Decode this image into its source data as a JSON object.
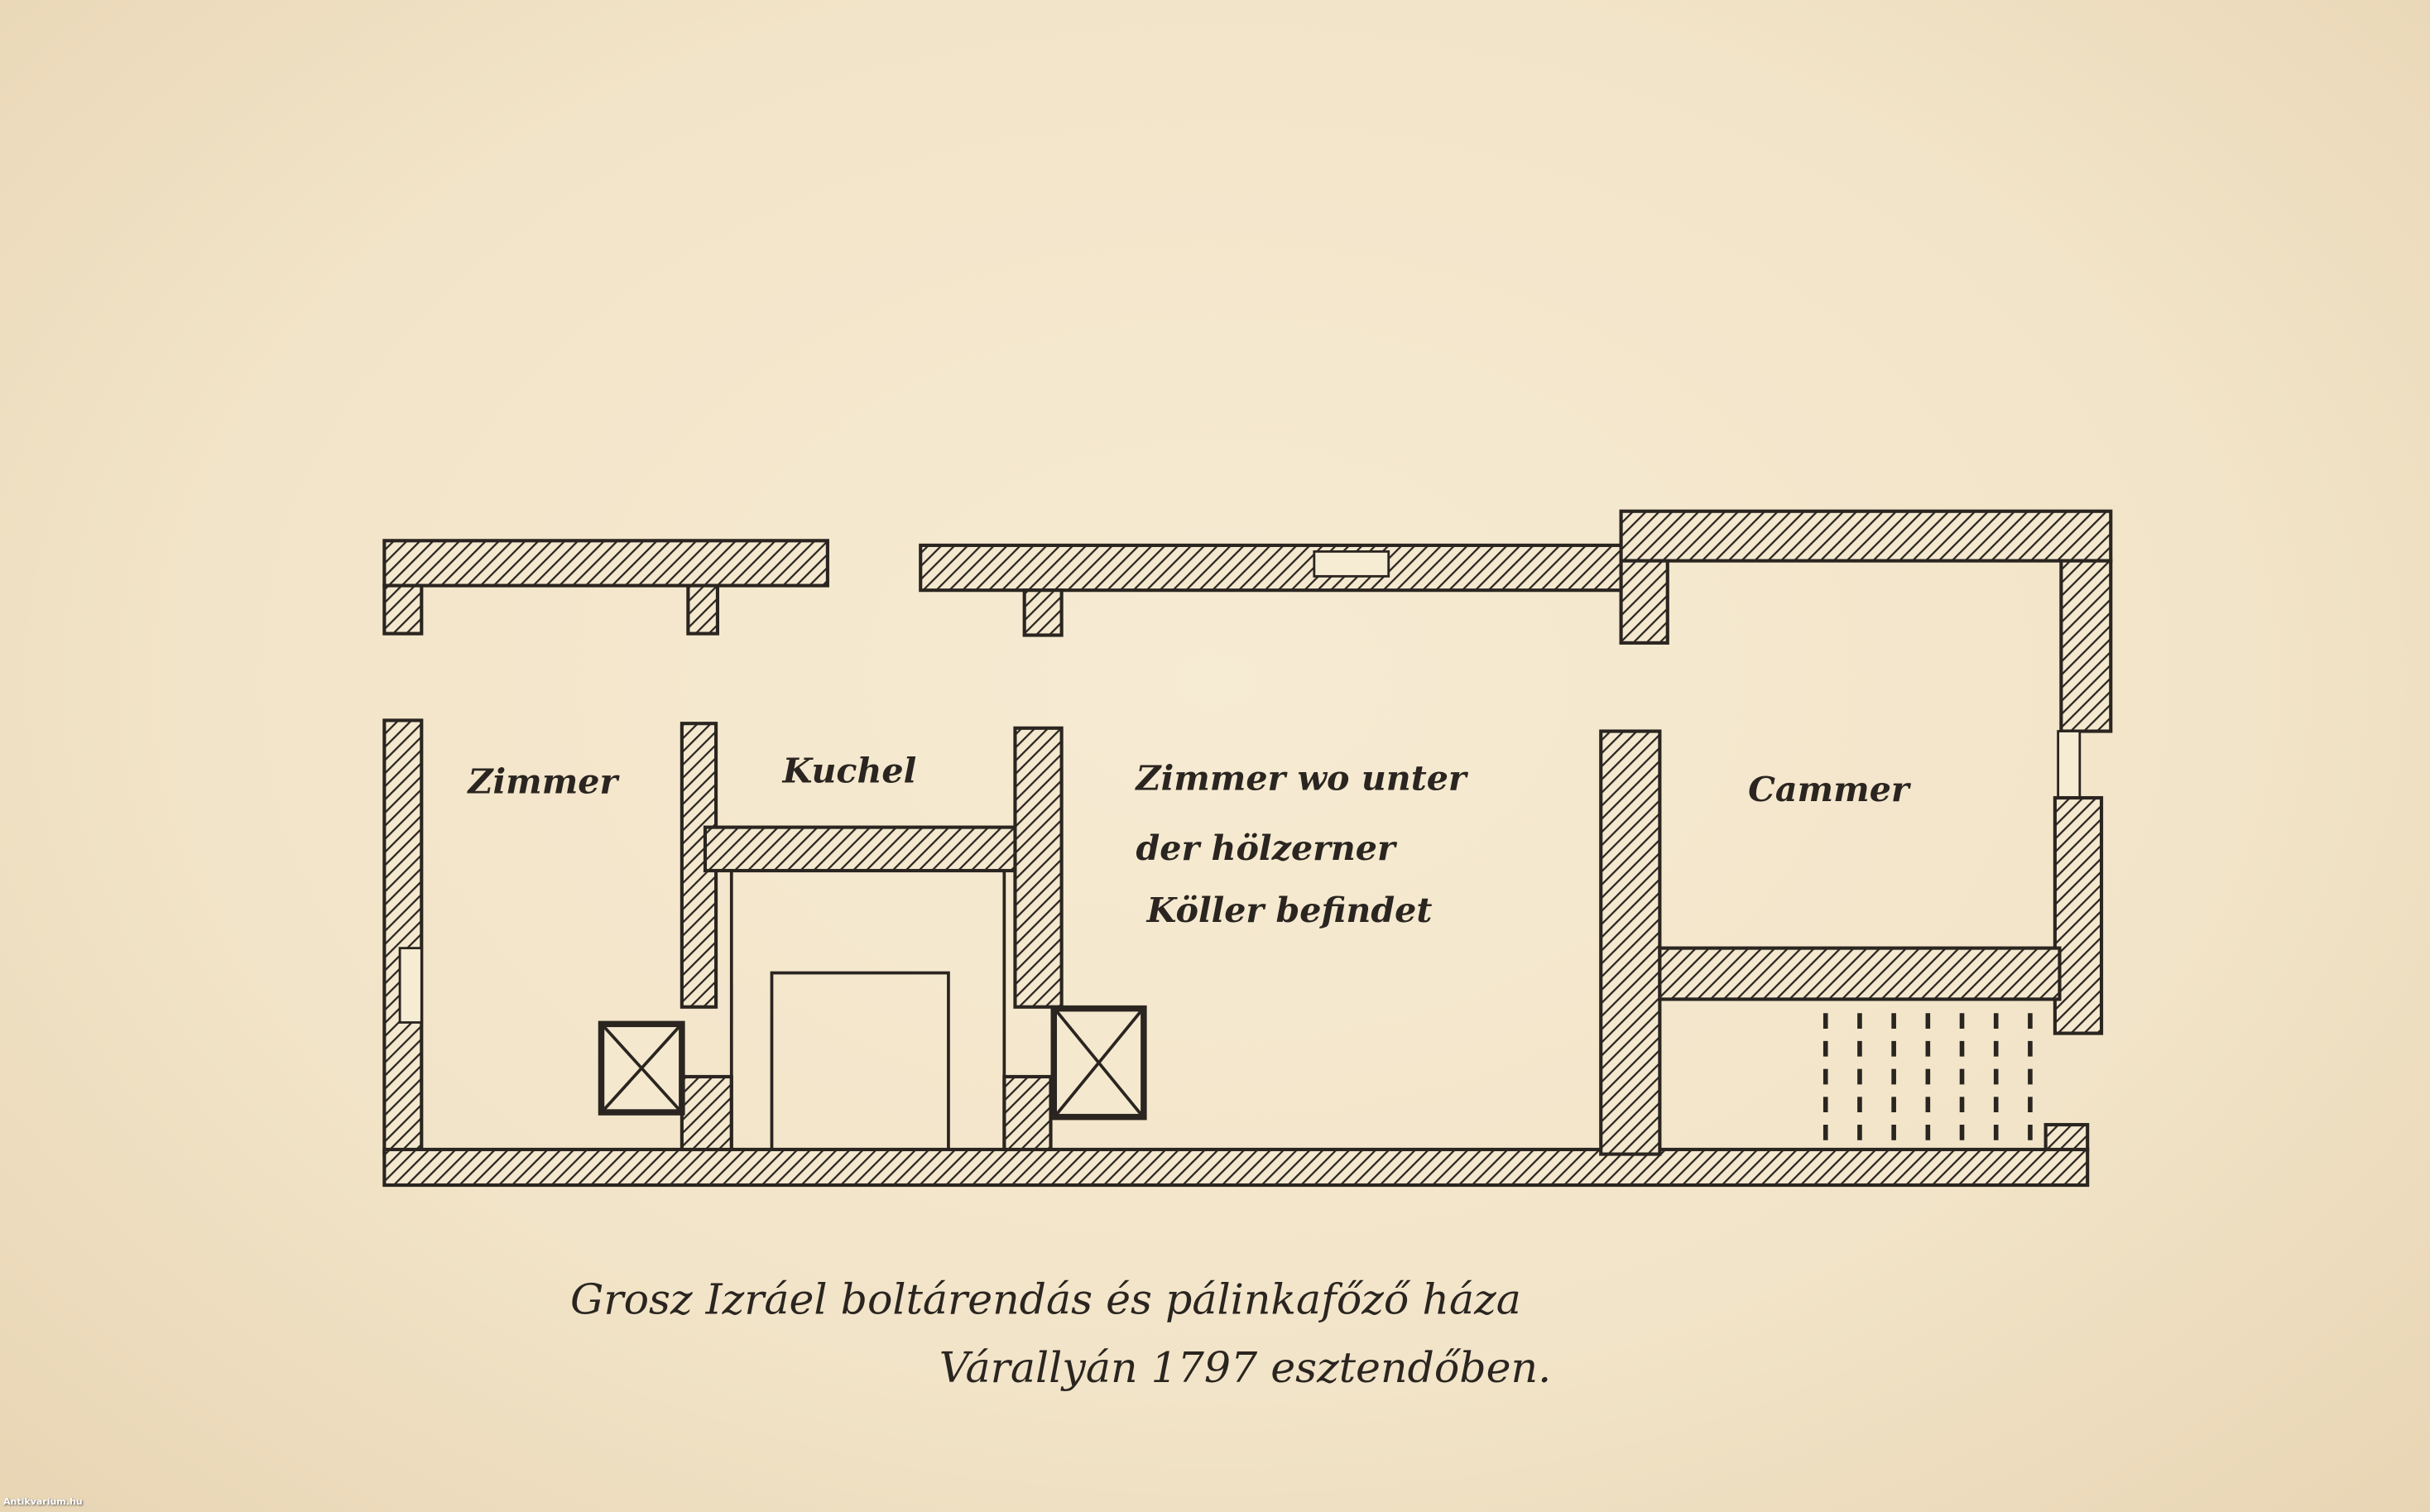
{
  "rooms": {
    "zimmer_left": "Zimmer",
    "kuchel": "Kuchel",
    "zimmer_middle": [
      "Zimmer wo unter",
      "der hölzerner",
      "Köller befindet"
    ],
    "cammer": "Cammer"
  },
  "caption": {
    "line1": "Grosz Izráel boltárendás és pálinkafőző háza",
    "line2": "Várallyán 1797 esztendőben."
  },
  "watermark": "Antikvarium.hu",
  "colors": {
    "paper": "#f3e6cc",
    "ink": "#2a2520"
  }
}
